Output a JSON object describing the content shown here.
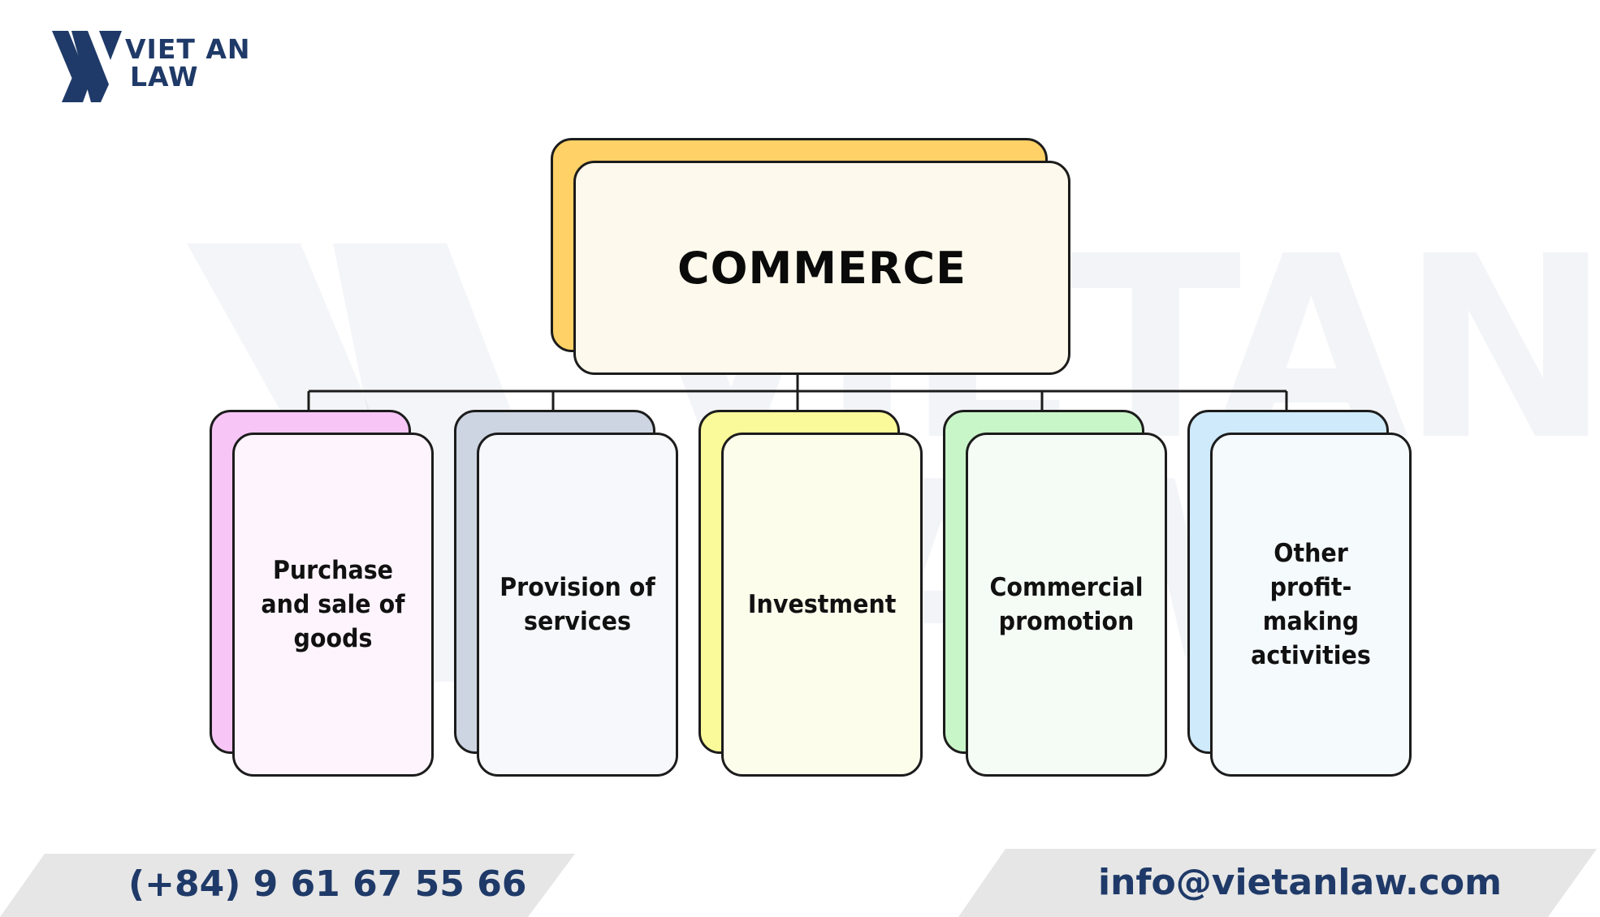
{
  "brand": {
    "logo_line1": "VIET AN",
    "logo_line2": "LAW",
    "watermark_line1": "VIETAN",
    "watermark_line2": "LAW",
    "primary_color": "#1f3a68"
  },
  "diagram": {
    "root": {
      "label": "COMMERCE",
      "back_color": "#ffd166",
      "front_color": "#fdf9ec"
    },
    "children": [
      {
        "label": "Purchase and sale of goods",
        "back_color": "#f7c6f7",
        "front_color": "#fdf4fd"
      },
      {
        "label": "Provision of services",
        "back_color": "#cdd4e2",
        "front_color": "#f7f8fb"
      },
      {
        "label": "Investment",
        "back_color": "#fbfa9a",
        "front_color": "#fdfdec"
      },
      {
        "label": "Commercial promotion",
        "back_color": "#c9f6c9",
        "front_color": "#f5fcf5"
      },
      {
        "label": "Other profit-making activities",
        "back_color": "#cfeafb",
        "front_color": "#f5fafd"
      }
    ],
    "connector_color": "#1c1c1c"
  },
  "footer": {
    "phone": "(+84) 9 61 67 55 66",
    "email": "info@vietanlaw.com",
    "band_color": "#e6e6e6"
  }
}
